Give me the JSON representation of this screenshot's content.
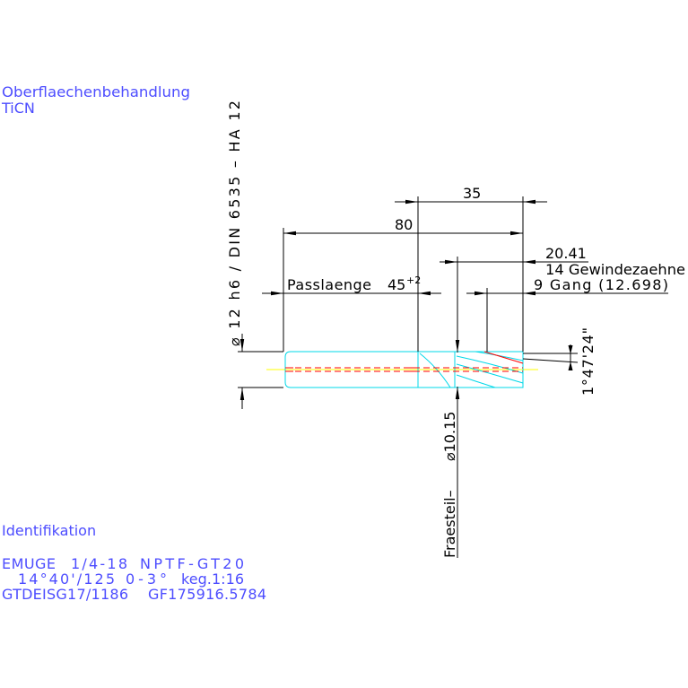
{
  "surface_treatment": {
    "label": "Oberflaechenbehandlung",
    "value": "TiCN"
  },
  "identification": {
    "label": "Identifikation",
    "lines": [
      [
        "EMUGE",
        "1/4-18",
        "NPTF-GT20"
      ],
      [
        "14°40'/125",
        "0-3°",
        "keg.1:16"
      ],
      [
        "GTDEISG17/1186",
        "GF175916.5784"
      ]
    ]
  },
  "dimensions": {
    "shank_diameter": "⌀ 12 h6 / DIN 6535 – HA 12",
    "overall_length": "80",
    "thread_length": "35",
    "fit_length": {
      "label": "Passlaenge",
      "value": "45",
      "tolerance": "+2"
    },
    "cutting_length": "20.41",
    "teeth": "14 Gewindezaehne",
    "thread_turns": "9 Gang (12.698)",
    "taper_angle": "1°47'24\"",
    "cutting_part": {
      "label": "Fraesteil–",
      "diameter": "⌀10.15"
    }
  },
  "colors": {
    "annotation_text": "#4d4dff",
    "dimension": "#000000",
    "tool_outline": "#00d8e8",
    "coolant_channel": "#ff0000",
    "center_line": "#ffff00"
  }
}
